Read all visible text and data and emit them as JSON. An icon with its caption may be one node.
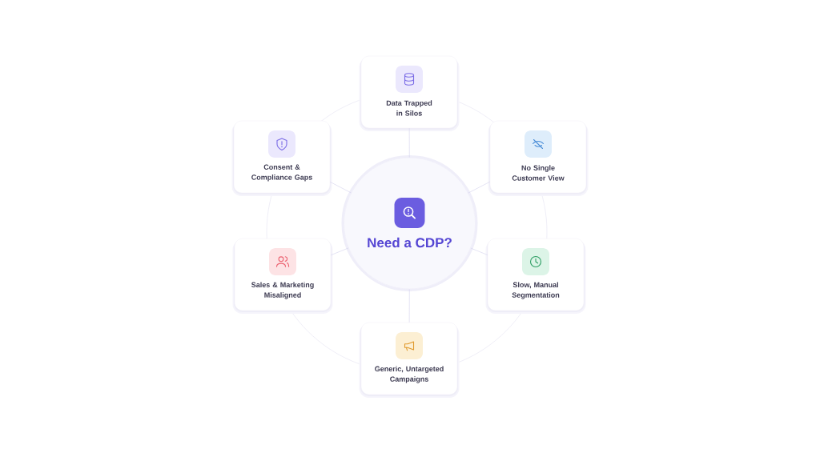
{
  "diagram": {
    "nodes": [
      {
        "text": [
          "Need a CDP?"
        ]
      },
      {
        "text": [
          "Data Trapped in Silos"
        ]
      },
      {
        "text": [
          "No Single Customer View"
        ]
      },
      {
        "text": [
          "Slow, Manual Segmentation"
        ]
      },
      {
        "text": [
          "Generic, Untargeted Campaigns"
        ]
      },
      {
        "text": [
          "Sales & Marketing Misaligned"
        ]
      },
      {
        "text": [
          "Consent & Compliance Gaps"
        ]
      }
    ],
    "edges": [
      {
        "from": 0,
        "to": 1,
        "arrow": "none"
      },
      {
        "from": 0,
        "to": 2,
        "arrow": "none"
      },
      {
        "from": 0,
        "to": 3,
        "arrow": "none"
      },
      {
        "from": 0,
        "to": 4,
        "arrow": "none"
      },
      {
        "from": 0,
        "to": 5,
        "arrow": "none"
      },
      {
        "from": 0,
        "to": 6,
        "arrow": "none"
      }
    ]
  }
}
